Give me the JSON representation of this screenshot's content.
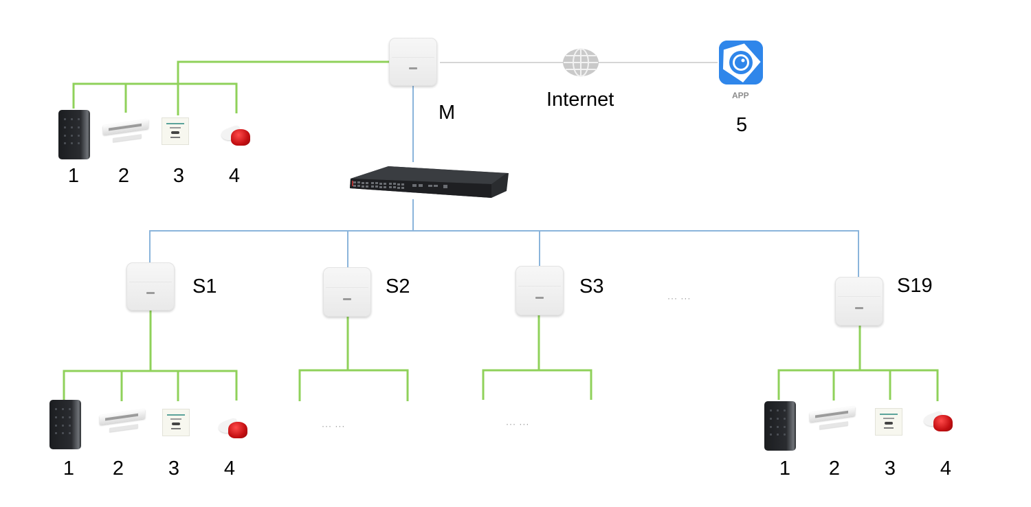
{
  "diagram": {
    "colors": {
      "device_wire": "#8fd15a",
      "network_wire": "#8ab4db",
      "internet_wire": "#d5d5d5",
      "app_blue": "#2f86ea"
    },
    "main_controller": {
      "label": "M"
    },
    "internet": {
      "label": "Internet",
      "icon": "globe-icon"
    },
    "app": {
      "caption": "APP",
      "number": "5",
      "icon": "app-eye-icon"
    },
    "switch": {
      "icon": "poe-switch-icon"
    },
    "sub_controllers": [
      {
        "label": "S1"
      },
      {
        "label": "S2"
      },
      {
        "label": "S3"
      },
      {
        "label": "S19"
      }
    ],
    "between_controllers_ellipsis": "··· ···",
    "branch_ellipsis": "··· ···",
    "device_groups": {
      "main": {
        "devices": [
          {
            "number": "1",
            "icon": "card-reader-icon"
          },
          {
            "number": "2",
            "icon": "magnetic-lock-icon"
          },
          {
            "number": "3",
            "icon": "exit-button-icon"
          },
          {
            "number": "4",
            "icon": "siren-icon"
          }
        ]
      },
      "s1": {
        "devices": [
          {
            "number": "1",
            "icon": "card-reader-icon"
          },
          {
            "number": "2",
            "icon": "magnetic-lock-icon"
          },
          {
            "number": "3",
            "icon": "exit-button-icon"
          },
          {
            "number": "4",
            "icon": "siren-icon"
          }
        ]
      },
      "s19": {
        "devices": [
          {
            "number": "1",
            "icon": "card-reader-icon"
          },
          {
            "number": "2",
            "icon": "magnetic-lock-icon"
          },
          {
            "number": "3",
            "icon": "exit-button-icon"
          },
          {
            "number": "4",
            "icon": "siren-icon"
          }
        ]
      }
    }
  }
}
